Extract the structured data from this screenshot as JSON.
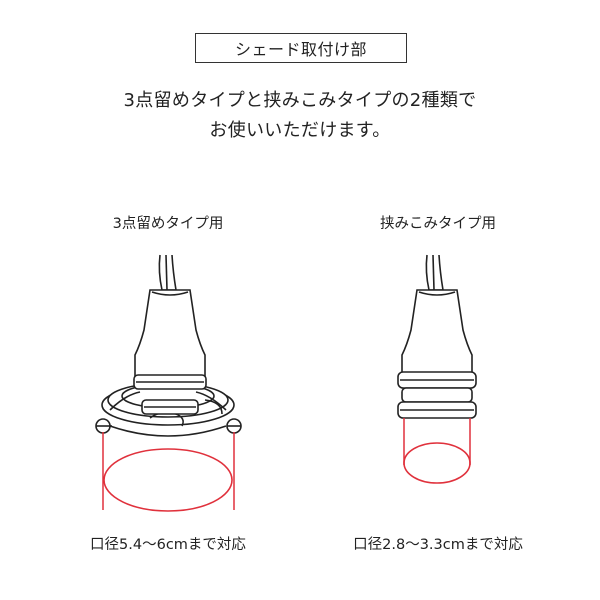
{
  "header": {
    "title": "シェード取付け部",
    "line1": "3点留めタイプと挟みこみタイプの2種類で",
    "line2": "お使いいただけます。"
  },
  "left": {
    "label": "3点留めタイプ用",
    "caption": "口径5.4〜6cmまで対応"
  },
  "right": {
    "label": "挟みこみタイプ用",
    "caption": "口径2.8〜3.3cmまで対応"
  },
  "colors": {
    "outline": "#222222",
    "highlight": "#e0313c"
  }
}
